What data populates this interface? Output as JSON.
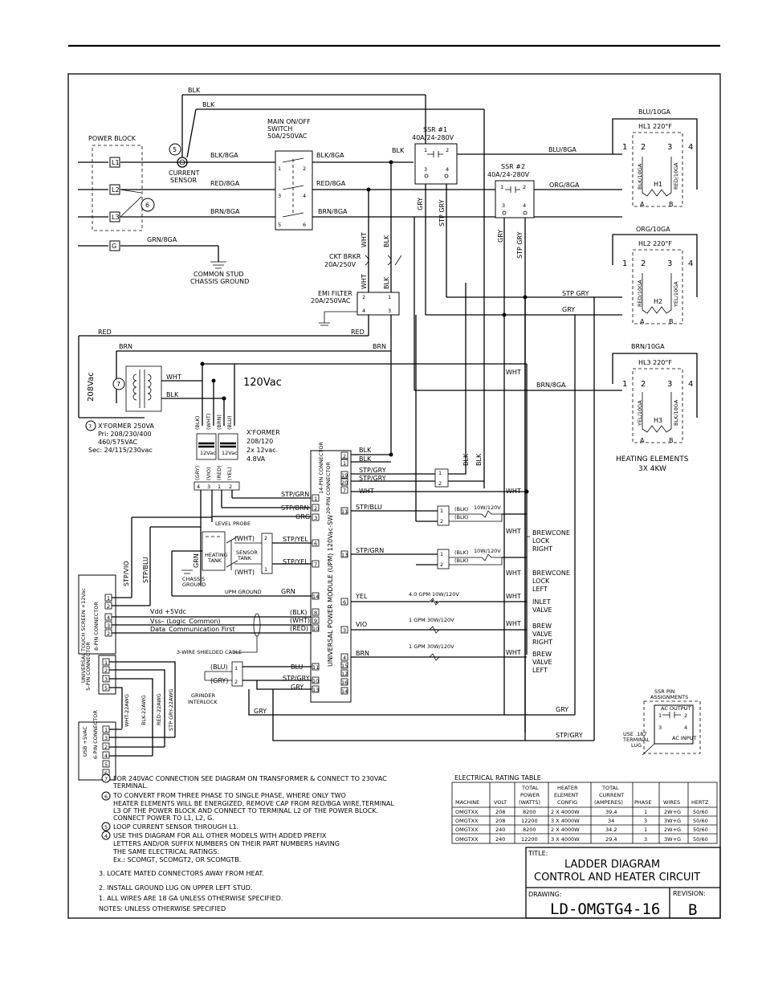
{
  "wires": {
    "blk_top": "BLK",
    "blk_top2": "BLK",
    "blk_bga_in": "BLK/8GA",
    "red_bga_in": "RED/8GA",
    "brn_bga_in": "BRN/8GA",
    "blk_bga_out": "BLK/8GA",
    "red_bga_out": "RED/8GA",
    "brn_bga_out": "BRN/8GA",
    "grn_bga": "GRN/8GA",
    "blk_ssr": "BLK",
    "blu_10ga_out": "BLU/8GA",
    "org_bga": "ORG/8GA",
    "gry_ssr1": "GRY",
    "stp_gry_ssr1": "STP GRY",
    "gry_ssr2": "GRY",
    "stp_gry_ssr2": "STP GRY",
    "wht_ckt": "WHT",
    "blk_ckt": "BLK",
    "wht_emi": "WHT",
    "blk_emi": "BLK",
    "red_emi": "RED",
    "brn_emi": "BRN",
    "red_xf": "RED",
    "brn_xf": "BRN",
    "stp_gry_r": "STP GRY",
    "gry_r": "GRY",
    "wht_right": "WHT",
    "brn_bga_right": "BRN/8GA",
    "blu_10ga": "BLU/10GA",
    "org_10ga": "ORG/10GA",
    "brn_10ga": "BRN/10GA",
    "wht_xf": "WHT",
    "blk_xf": "BLK",
    "v120": "120Vac",
    "v208": "208Vac",
    "blk_upm1": "BLK",
    "blk_upm2": "BLK",
    "stp_gry_upm1": "STP/GRY",
    "stp_gry_upm2": "STP/GRY",
    "blk_v1": "BLK",
    "blk_v2": "BLK",
    "wht_upm": "WHT",
    "wht_upm_r": "WHT",
    "stp_blu": "STP/BLU",
    "stp_grn": "STP/GRN",
    "wht_cone_r": "WHT",
    "wht_cone_l": "WHT",
    "yel": "YEL",
    "wht_inlet": "WHT",
    "vio": "VIO",
    "wht_brew_r": "WHT",
    "brn_upm": "BRN",
    "wht_brew_l": "WHT",
    "stp_grn_l": "STP/GRN",
    "stp_brn_l": "STP/BRN",
    "org_l": "ORG",
    "stp_yel1": "STP/YEL",
    "stp_yel2": "STP/YEL",
    "upm_ground": "UPM GROUND",
    "grn_upm": "GRN",
    "blu_upm": "BLU",
    "stp_gry_upm3": "STP/GRY",
    "gry_upm": "GRY",
    "gry_bottom": "GRY",
    "gry_bottom_r": "GRY",
    "stp_gry_bottom": "STP/GRY",
    "stp_vio": "STP/VIO",
    "stp_blu_v": "STP/BLU",
    "wht_22": "WHT-22AWG",
    "blk_22": "BLK-22AWG",
    "red_22": "RED-22AWG",
    "stp_gry_22": "STP GRY-22AWG",
    "blu_gi": "(BLU)",
    "gry_gi": "(GRY)",
    "blk_s": "(BLK)",
    "wht_s": "(WHT)",
    "red_s": "(RED)",
    "blk_sol1": "(BLK)",
    "blk_sol1b": "(BLK)",
    "blk_sol2": "(BLK)",
    "blk_sol2b": "(BLK)",
    "wht_probe1": "(WHT)",
    "wht_probe2": "(WHT)",
    "xf_blk": "(BLK)",
    "xf_wht": "(WHT)",
    "xf_brn": "(BRN)",
    "xf_blu": "(BLU)",
    "xf_gry": "(GRY)",
    "xf_vio": "(VIO)",
    "xf_red": "(RED)",
    "xf_yel": "(YEL)",
    "grn_tank": "GRN"
  },
  "components": {
    "power_block": "POWER BLOCK",
    "terminals": [
      "L1",
      "L2",
      "L3",
      "G"
    ],
    "current_sensor": [
      "CURRENT",
      "SENSOR"
    ],
    "main_switch": [
      "MAIN  ON/OFF",
      "SWITCH",
      "50A/250VAC"
    ],
    "ssr1": [
      "SSR  #1",
      "40A/24-280V"
    ],
    "ssr2": [
      "SSR  #2",
      "40A/24-280V"
    ],
    "common_stud": [
      "COMMON STUD",
      "CHASSIS GROUND"
    ],
    "ckt_brkr": [
      "CKT  BRKR",
      "20A/250V"
    ],
    "emi_filter": [
      "EMI  FILTER",
      "20A/250VAC"
    ],
    "hl1": "HL1  220°F",
    "hl2": "HL2  220°F",
    "hl3": "HL3  220°F",
    "h1": "H1",
    "h2": "H2",
    "h3": "H3",
    "hl1_left": "BLK/10GA",
    "hl1_right": "RED/10GA",
    "hl2_left": "RED/10GA",
    "hl2_right": "YEL/10GA",
    "hl3_left": "YEL/10GA",
    "hl3_right": "BLK/10GA",
    "heating_elements": [
      "HEATING ELEMENTS",
      "3X  4KW"
    ],
    "xformer_250": [
      "X'FORMER  250VA",
      "Pri:  208/230/400",
      "        460/575VAC",
      "Sec:  24/115/230vac"
    ],
    "xformer_small": [
      "X'FORMER",
      "208/120",
      "2x  12vac.",
      "4.8VA"
    ],
    "upm": "UNIVERSAL POWER MODULE (UPM) 120Vac-SW",
    "conn14": "14-PIN CONNECTOR",
    "conn20": "20-PIN CONNECTOR",
    "level_probe": "LEVEL PROBE",
    "heating_tank": [
      "HEATING",
      "TANK"
    ],
    "sensor_tank": [
      "SENSOR",
      "TANK"
    ],
    "chassis_ground": [
      "CHASSIS",
      "GROUND"
    ],
    "touch_screen": "UNIVERSAL TOUCH SCREEN +12Vac",
    "pin8": "8-PIN CONNECTOR",
    "pin5": "5-PIN CONNECTOR",
    "pin6": "6-PIN CONNECTOR",
    "usb": "USB +5VAC",
    "vdd": "Vdd  +5Vdc",
    "vss": "Vss–  (Logic_Common)",
    "data_comm": "Data_Communication First",
    "shielded": "3-WIRE SHIELDED CABLE",
    "grinder": [
      "GRINDER",
      "INTERLOCK"
    ],
    "sol_rating": "10W/120V",
    "brewcone_right": [
      "BREWCONE",
      "LOCK",
      "RIGHT"
    ],
    "brewcone_left": [
      "BREWCONE",
      "LOCK",
      "LEFT"
    ],
    "inlet_rating": "4.0  GPM  10W/120V",
    "inlet_valve": [
      "INLET",
      "VALVE"
    ],
    "brew_rating1": "1  GPM  30W/120V",
    "brew_valve_right": [
      "BREW",
      "VALVE",
      "RIGHT"
    ],
    "brew_rating2": "1  GPM  30W/120V",
    "brew_valve_left": [
      "BREW",
      "VALVE",
      "LEFT"
    ],
    "ssr_pin": [
      "SSR  PIN",
      "ASSIGNMENTS"
    ],
    "ac_output": "AC  OUTPUT",
    "ac_input": "AC  INPUT",
    "use_187": [
      "USE  .187",
      "TERMINAL",
      "LUG"
    ],
    "xf_taps": [
      "12Vac",
      "12Vac"
    ]
  },
  "callouts": [
    "7",
    "6",
    "5",
    "4"
  ],
  "notes": {
    "n7": [
      "FOR 240VAC CONNECTION SEE DIAGRAM ON TRANSFORMER & CONNECT TO 230VAC",
      "TERMINAL."
    ],
    "n6": [
      "TO CONVERT FROM THREE PHASE TO SINGLE PHASE, WHERE ONLY TWO",
      "HEATER ELEMENTS WILL BE ENERGIZED, REMOVE CAP FROM RED/BGA WIRE,TERMINAL",
      "L3 OF THE POWER BLOCK AND CONNECT TO TERMINAL L2 OF THE POWER BLOCK.",
      "CONNECT POWER TO L1, L2, G."
    ],
    "n5": "LOOP CURRENT SENSOR THROUGH L1.",
    "n4": [
      "USE THIS DIAGRAM FOR ALL OTHER MODELS WITH ADDED PREFIX",
      "LETTERS AND/OR SUFFIX NUMBERS ON THEIR PART NUMBERS HAVING",
      "THE SAME ELECTRICAL RATINGS.",
      "Ex.: SCOMGT, SCOMGT2, OR SCOMGTB."
    ],
    "n3": "3.  LOCATE MATED CONNECTORS AWAY FROM HEAT.",
    "n2": "2.  INSTALL GROUND LUG ON UPPER LEFT STUD.",
    "n1": "1.  ALL WIRES ARE 18 GA UNLESS OTHERWISE SPECIFIED.",
    "footer": "NOTES:  UNLESS OTHERWISE SPECIFIED"
  },
  "rating_table": {
    "title": "ELECTRICAL  RATING  TABLE",
    "headers": [
      [
        "MACHINE"
      ],
      [
        "VOLT"
      ],
      [
        "TOTAL",
        "POWER",
        "(WATTS)"
      ],
      [
        "HEATER",
        "ELEMENT",
        "CONFIG"
      ],
      [
        "TOTAL",
        "CURRENT",
        "(AMPERES)"
      ],
      [
        "PHASE"
      ],
      [
        "WIRES"
      ],
      [
        "HERTZ"
      ]
    ],
    "rows": [
      [
        "OMGTXX",
        "208",
        "8200",
        "2  X  4000W",
        "39.4",
        "1",
        "2W+G",
        "50/60"
      ],
      [
        "OMGTXX",
        "208",
        "12200",
        "3  X  4000W",
        "34",
        "3",
        "3W+G",
        "50/60"
      ],
      [
        "OMGTXX",
        "240",
        "8200",
        "2  X  4000W",
        "34.2",
        "1",
        "2W+G",
        "50/60"
      ],
      [
        "OMGTXX",
        "240",
        "12200",
        "3  X  4000W",
        "29.4",
        "3",
        "3W+G",
        "50/60"
      ]
    ]
  },
  "title_block": {
    "title_label": "TITLE:",
    "title_lines": [
      "LADDER  DIAGRAM",
      "CONTROL  AND  HEATER  CIRCUIT"
    ],
    "drawing_label": "DRAWING:",
    "drawing": "LD-OMGTG4-16",
    "revision_label": "REVISION:",
    "revision": "B"
  }
}
